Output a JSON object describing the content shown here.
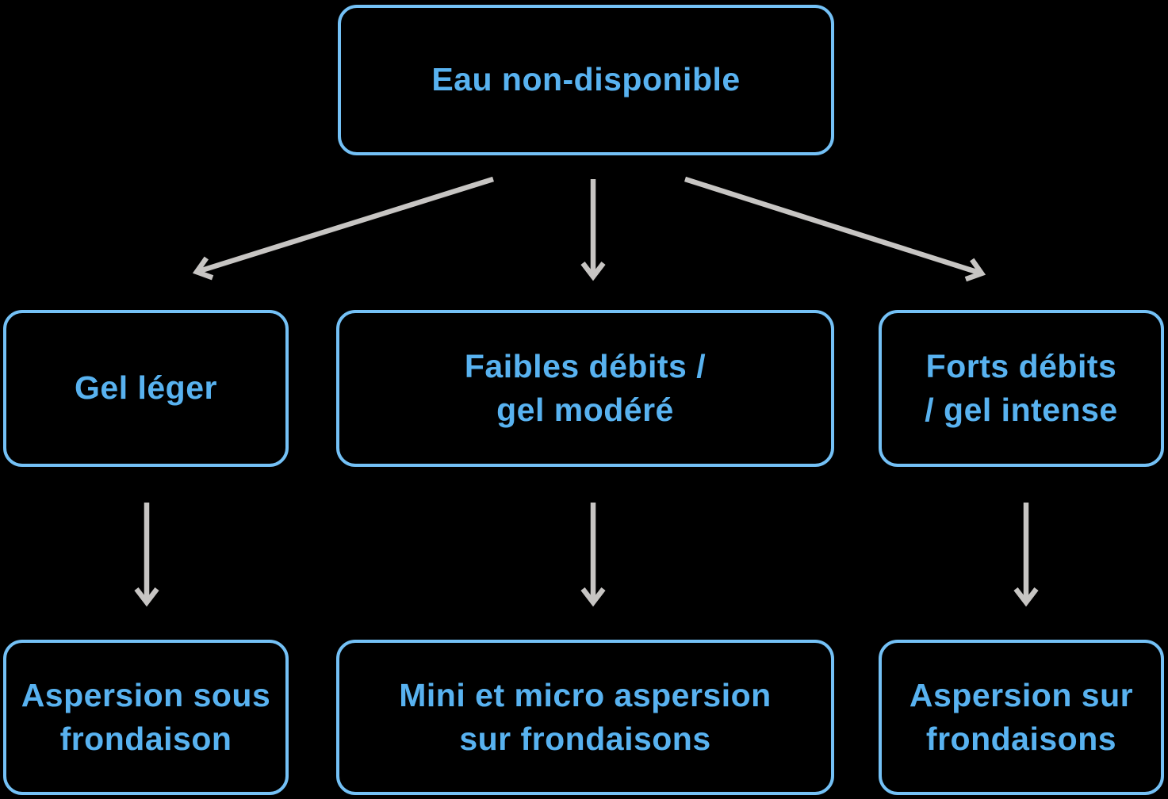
{
  "diagram": {
    "title": "Frost protection irrigation decision flowchart",
    "language": "fr",
    "colors": {
      "background": "#000000",
      "box_border": "#74c1f6",
      "box_text": "#58b2f0",
      "arrow": "#c7c5c3"
    },
    "nodes": {
      "root": {
        "lines": [
          "Eau non-disponible"
        ]
      },
      "gel_leger": {
        "lines": [
          "Gel léger"
        ]
      },
      "faibles_debits": {
        "lines": [
          "Faibles débits /",
          "gel modéré"
        ]
      },
      "forts_debits": {
        "lines": [
          "Forts débits",
          "/ gel intense"
        ]
      },
      "aspersion_sous_frondaison": {
        "lines": [
          "Aspersion sous",
          "frondaison"
        ]
      },
      "mini_micro_aspersion": {
        "lines": [
          "Mini et micro aspersion",
          "sur frondaisons"
        ]
      },
      "aspersion_sur_frondaisons": {
        "lines": [
          "Aspersion sur",
          "frondaisons"
        ]
      }
    },
    "edges": [
      {
        "from": "root",
        "to": "gel_leger"
      },
      {
        "from": "root",
        "to": "faibles_debits"
      },
      {
        "from": "root",
        "to": "forts_debits"
      },
      {
        "from": "gel_leger",
        "to": "aspersion_sous_frondaison"
      },
      {
        "from": "faibles_debits",
        "to": "mini_micro_aspersion"
      },
      {
        "from": "forts_debits",
        "to": "aspersion_sur_frondaisons"
      }
    ]
  }
}
